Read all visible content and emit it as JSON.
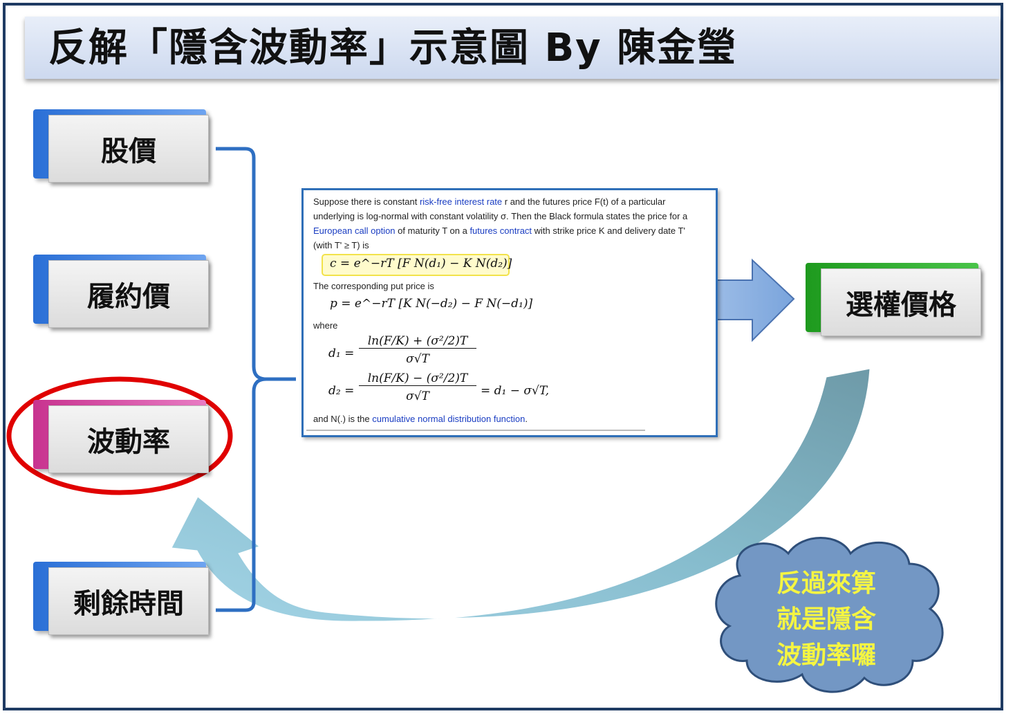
{
  "title": "反解「隱含波動率」示意圖 By 陳金瑩",
  "inputs": [
    {
      "label": "股價"
    },
    {
      "label": "履約價"
    },
    {
      "label": "波動率"
    },
    {
      "label": "剩餘時間"
    }
  ],
  "output": {
    "label": "選權價格"
  },
  "formula": {
    "line1_a": "Suppose there is constant ",
    "line1_link": "risk-free interest rate",
    "line1_b": " r and the futures price F(t) of a particular",
    "line2": "underlying is log-normal with constant volatility σ. Then the Black formula states the price for a",
    "line3_link1": "European call option",
    "line3_a": " of maturity T on a ",
    "line3_link2": "futures contract",
    "line3_b": " with strike price K and delivery date T'",
    "line4": "(with T' ≥ T) is",
    "call_eq": "c = e^−rT [F N(d₁) − K N(d₂)]",
    "put_intro": "The corresponding put price is",
    "put_eq": "p = e^−rT [K N(−d₂) − F N(−d₁)]",
    "where": "where",
    "d1_lhs": "d₁ =",
    "d1_num": "ln(F/K) + (σ²/2)T",
    "d1_den": "σ√T",
    "d2_lhs": "d₂ =",
    "d2_num": "ln(F/K) − (σ²/2)T",
    "d2_den": "σ√T",
    "d2_rhs": "= d₁ − σ√T,",
    "footer_a": "and N(.) is the ",
    "footer_link": "cumulative normal distribution function",
    "footer_b": "."
  },
  "cloud": {
    "line1": "反過來算",
    "line2": "就是隱含",
    "line3": "波動率囉"
  },
  "colors": {
    "input_box": "#2a6fd6",
    "highlight_box": "#c8338f",
    "output_box": "#1e9a1e",
    "highlight_ellipse": "#e00000",
    "cloud": "#7397c4",
    "cloud_text": "#f5f542",
    "arrow": "#8db3e2",
    "curved_arrow": "#8ec7d9"
  }
}
